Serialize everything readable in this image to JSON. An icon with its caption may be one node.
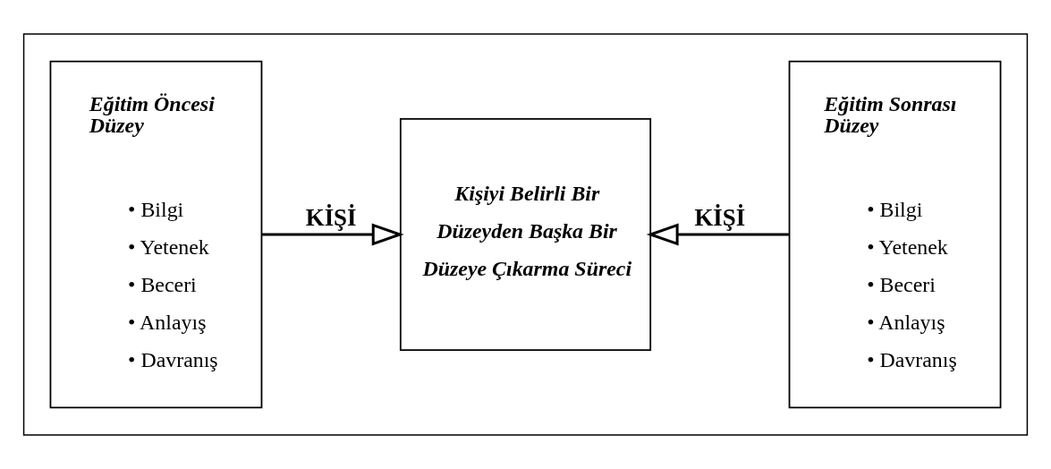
{
  "diagram": {
    "nodes": [
      {
        "text": [],
        "shape": "box"
      },
      {
        "text": [
          "Eğitim Öncesi Düzey",
          "• Bilgi",
          "• Yetenek",
          "• Beceri",
          "• Anlayış",
          "• Davranış"
        ],
        "in": 0
      },
      {
        "text": [
          "Kişiyi Belirli Bir Düzeyden Başka Bir Düzeye Çıkarma Süreci"
        ],
        "in": 0
      },
      {
        "text": [
          "Eğitim Sonrası Düzey",
          "• Bilgi",
          "• Yetenek",
          "• Beceri",
          "• Anlayış",
          "• Davranış"
        ],
        "in": 0
      }
    ],
    "edges": [
      {
        "from": 1,
        "to": 2,
        "arrow": "to",
        "label": "KİŞİ"
      },
      {
        "from": 3,
        "to": 2,
        "arrow": "to",
        "label": "KİŞİ"
      }
    ]
  }
}
